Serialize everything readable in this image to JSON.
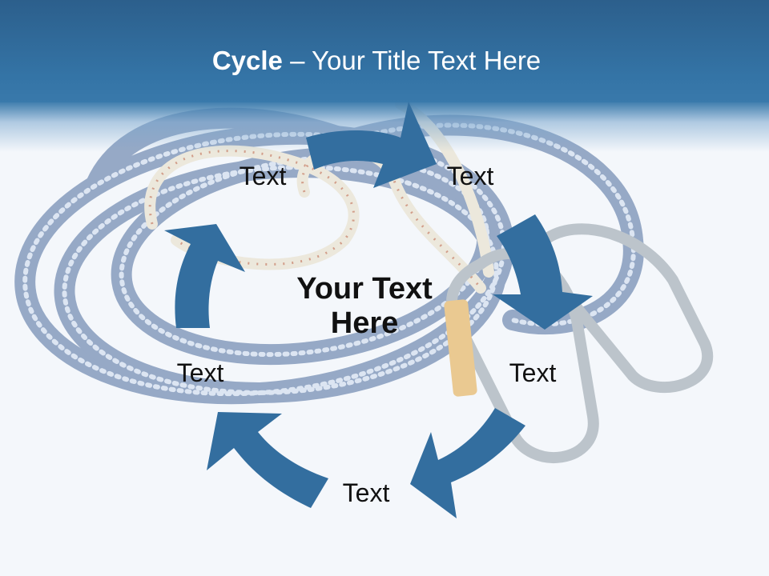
{
  "slide": {
    "title_bold": "Cycle",
    "title_rest": " – Your Title Text Here",
    "center_text_line1": "Your Text",
    "center_text_line2": "Here",
    "nodes": [
      {
        "label": "Text"
      },
      {
        "label": "Text"
      },
      {
        "label": "Text"
      },
      {
        "label": "Text"
      },
      {
        "label": "Text"
      }
    ]
  },
  "colors": {
    "header": "#3474a6",
    "arrow": "#336e9f",
    "text": "#111111",
    "title_text": "#ffffff",
    "rope_blue": "#4a6a9c",
    "rope_cream": "#e6dcc4",
    "carabiner": "#9aa7ae",
    "carabiner_gold": "#e2a43c"
  }
}
